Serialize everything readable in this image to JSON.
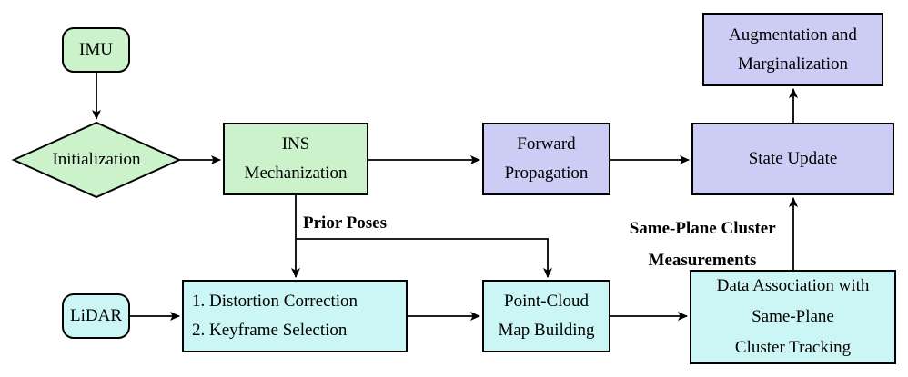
{
  "diagram": {
    "background": "#ffffff",
    "colors": {
      "imu_branch_fill": "#ccf2cc",
      "estimator_branch_fill": "#ccccf5",
      "lidar_branch_fill": "#ccf5f5",
      "stroke": "#000000",
      "text": "#000000"
    },
    "nodes": {
      "imu": {
        "label": "IMU",
        "shape": "rounded-rectangle"
      },
      "initialization": {
        "label": "Initialization",
        "shape": "diamond"
      },
      "ins_mechanization": {
        "lines": [
          "INS",
          "Mechanization"
        ],
        "shape": "rectangle"
      },
      "forward_propagation": {
        "lines": [
          "Forward",
          "Propagation"
        ],
        "shape": "rectangle"
      },
      "state_update": {
        "label": "State Update",
        "shape": "rectangle"
      },
      "augmentation_marginalization": {
        "lines": [
          "Augmentation and",
          "Marginalization"
        ],
        "shape": "rectangle"
      },
      "lidar": {
        "label": "LiDAR",
        "shape": "rounded-rectangle"
      },
      "preprocessing": {
        "lines": [
          "1. Distortion Correction",
          "2. Keyframe Selection"
        ],
        "shape": "rectangle"
      },
      "point_cloud_map": {
        "lines": [
          "Point-Cloud",
          "Map Building"
        ],
        "shape": "rectangle"
      },
      "data_association": {
        "lines": [
          "Data Association with",
          "Same-Plane",
          "Cluster Tracking"
        ],
        "shape": "rectangle"
      }
    },
    "edge_labels": {
      "prior_poses": "Prior Poses",
      "same_plane_cluster": [
        "Same-Plane Cluster",
        "Measurements"
      ]
    }
  }
}
